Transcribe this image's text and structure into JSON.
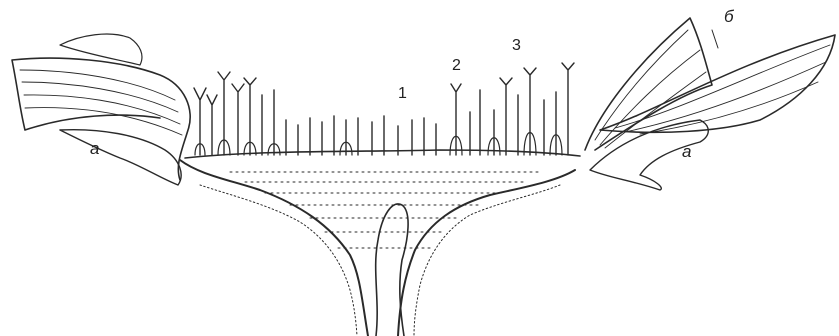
{
  "labels": {
    "a_left": "а",
    "a_right": "а",
    "b": "б",
    "n1": "1",
    "n2": "2",
    "n3": "3"
  },
  "colors": {
    "ink": "#2a2a2a",
    "paper": "#ffffff"
  }
}
